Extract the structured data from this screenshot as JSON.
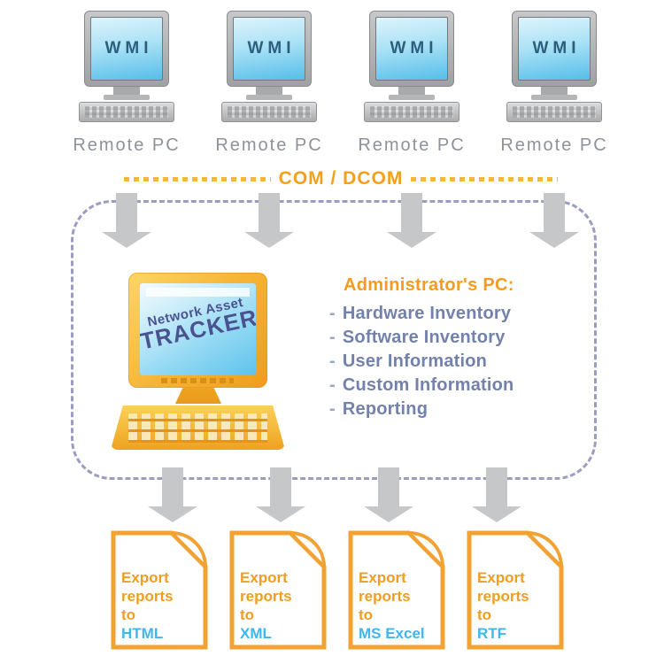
{
  "remote_pcs": {
    "count": 4,
    "screen_label": "WMI",
    "caption": "Remote PC"
  },
  "connection": {
    "label": "COM / DCOM"
  },
  "admin_zone": {
    "tracker_screen": {
      "line1": "Network Asset",
      "line2": "TRACKER"
    },
    "title": "Administrator's PC:",
    "bullet": "-",
    "features": [
      "Hardware Inventory",
      "Software Inventory",
      "User Information",
      "Custom Information",
      "Reporting"
    ]
  },
  "exports": {
    "label_lines": [
      "Export",
      "reports",
      "to"
    ],
    "formats": [
      "HTML",
      "XML",
      "MS Excel",
      "RTF"
    ]
  },
  "icons": {
    "remote_pc": "desktop-computer-icon",
    "tracker_pc": "desktop-computer-icon",
    "flow_arrow": "down-arrow-icon",
    "export_doc": "document-folded-corner-icon"
  },
  "colors": {
    "orange_accent": "#F2A233",
    "orange_text": "#F59B1E",
    "format_blue": "#3EB7EE",
    "feature_text": "#7282AC",
    "caption_gray": "#8D929B",
    "arrow_gray": "#C6C7C9",
    "border_dash": "#9A9DC0",
    "screen_blue": "#55BEE9",
    "wmi_text": "#2D5F7D",
    "tracker_text": "#4A5390"
  }
}
